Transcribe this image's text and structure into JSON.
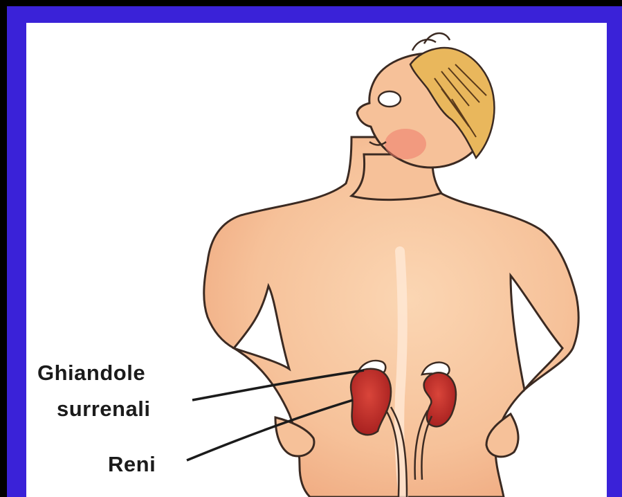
{
  "labels": {
    "adrenal_line1": "Ghiandole",
    "adrenal_line2": "surrenali",
    "kidneys": "Reni"
  },
  "colors": {
    "frame": "#3a22d8",
    "background": "#ffffff",
    "skin": "#f7c9a2",
    "skin_shadow": "#eea47a",
    "kidney": "#c42a2a",
    "hair": "#e9b75c",
    "outline": "#3b2a22"
  }
}
